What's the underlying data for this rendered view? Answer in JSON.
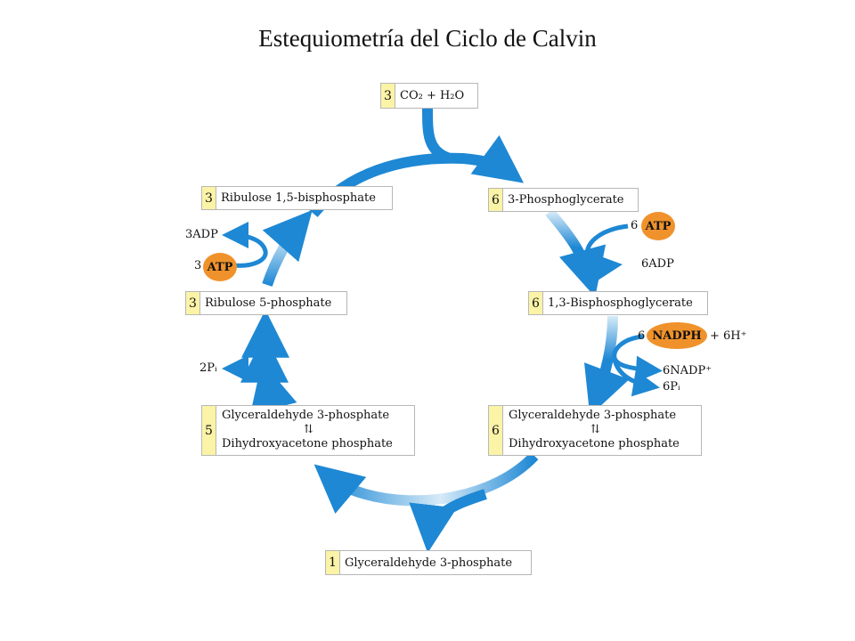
{
  "title": "Estequiometría del Ciclo de Calvin",
  "colors": {
    "arrow": "#1e88d4",
    "arrow_light": "#cfe6f7",
    "number_cell": "#fbf3a6",
    "cofactor": "#f0922b"
  },
  "boxes": {
    "input": {
      "num": "3",
      "label": "CO₂ + H₂O"
    },
    "pga": {
      "num": "6",
      "label": "3-Phosphoglycerate"
    },
    "bpg": {
      "num": "6",
      "label": "1,3-Bisphosphoglycerate"
    },
    "triose_right": {
      "num": "6",
      "line1": "Glyceraldehyde 3-phosphate",
      "equilibrium": "⇅",
      "line2": "Dihydroxyacetone phosphate"
    },
    "output": {
      "num": "1",
      "label": "Glyceraldehyde 3-phosphate"
    },
    "triose_left": {
      "num": "5",
      "line1": "Glyceraldehyde 3-phosphate",
      "equilibrium": "⇅",
      "line2": "Dihydroxyacetone phosphate"
    },
    "ru5p": {
      "num": "3",
      "label": "Ribulose 5-phosphate"
    },
    "rubp": {
      "num": "3",
      "label": "Ribulose 1,5-bisphosphate"
    }
  },
  "side_labels": {
    "atp_in_count": "6",
    "atp_in": "ATP",
    "adp_out": "6ADP",
    "nadph_in_count": "6",
    "nadph_in": "NADPH",
    "h_in": "+ 6H⁺",
    "nadp_out": "6NADP⁺",
    "pi_out_right": "6Pᵢ",
    "pi_out_left": "2Pᵢ",
    "atp_in_left_count": "3",
    "atp_in_left": "ATP",
    "adp_out_left": "3ADP"
  }
}
